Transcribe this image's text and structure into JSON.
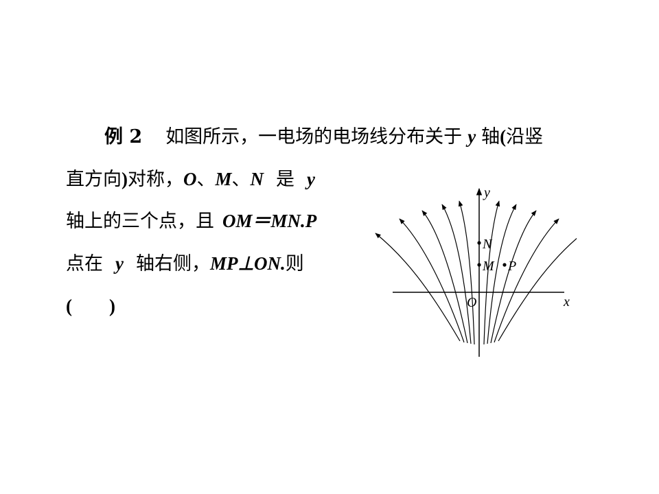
{
  "problem": {
    "line1": {
      "label": "例 2",
      "text_a": "如图所示，一电场的电场线分布关于",
      "var_y": "y",
      "text_b": "轴",
      "paren_open": "(",
      "text_c": "沿竖"
    },
    "line2": {
      "text_a": "直方向",
      "paren_close": ")",
      "text_b": "对称，",
      "O": "O",
      "sep1": "、",
      "M": "M",
      "sep2": "、",
      "N": "N",
      "text_c": "是",
      "var_y": "y"
    },
    "line3": {
      "text_a": "轴上的三个点，且",
      "eq": "OM＝MN.P"
    },
    "line4": {
      "text_a": "点在",
      "var_y": "y",
      "text_b": "轴右侧，",
      "perp": "MP⊥ON.",
      "text_c": "则"
    },
    "line5": {
      "answer_blank": "(　　)"
    }
  },
  "figure": {
    "axis_x": "x",
    "axis_y": "y",
    "origin": "O",
    "point_N": "N",
    "point_M": "M",
    "point_P": "P"
  }
}
